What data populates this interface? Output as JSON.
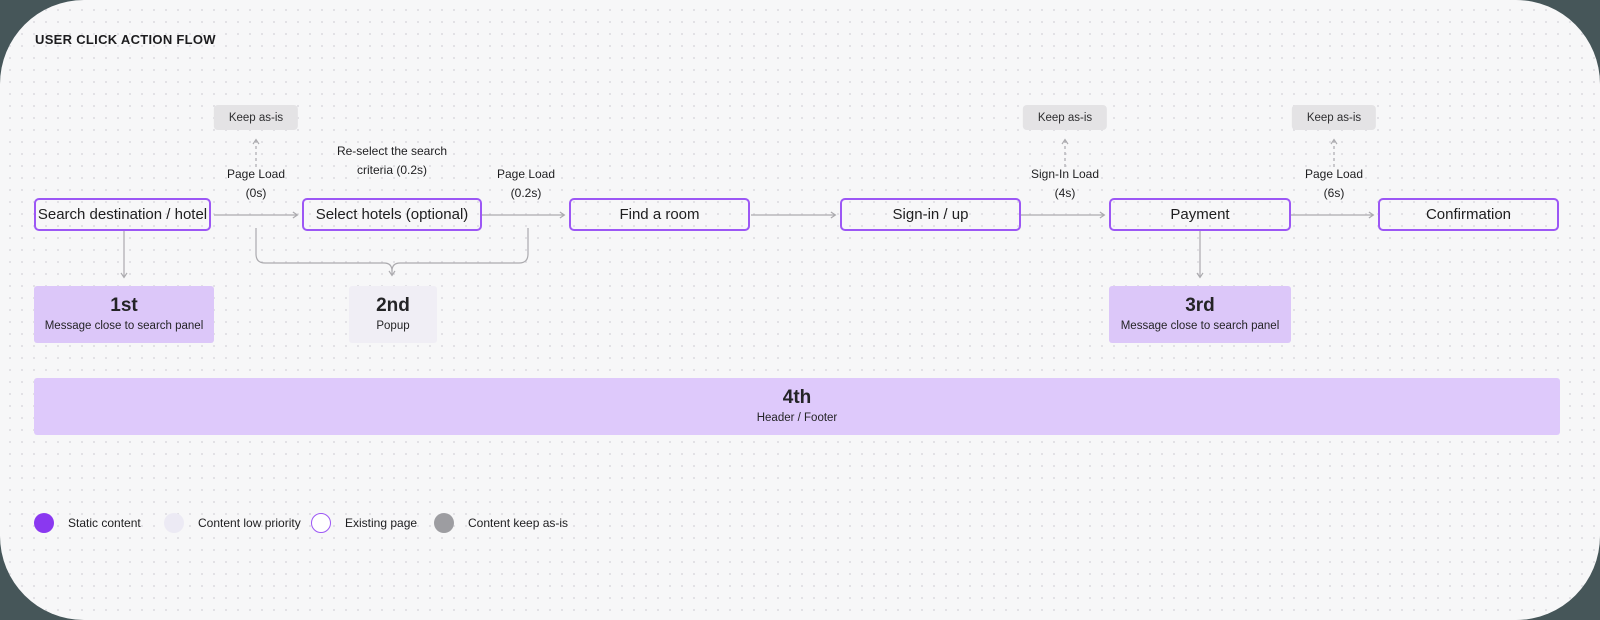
{
  "title": "USER CLICK ACTION FLOW",
  "flow": {
    "keep_badge_label": "Keep as-is",
    "nodes": [
      {
        "label": "Search destination / hotel"
      },
      {
        "label": "Select hotels (optional)"
      },
      {
        "label": "Find a room"
      },
      {
        "label": "Sign-in / up"
      },
      {
        "label": "Payment"
      },
      {
        "label": "Confirmation"
      }
    ],
    "edge_labels": [
      {
        "line1": "Page Load",
        "line2": "(0s)"
      },
      {
        "line1": "Re-select the search",
        "line2": "criteria (0.2s)"
      },
      {
        "line1": "Page Load",
        "line2": "(0.2s)"
      },
      {
        "line1": "Sign-In Load",
        "line2": "(4s)"
      },
      {
        "line1": "Page Load",
        "line2": "(6s)"
      }
    ]
  },
  "priority_blocks": [
    {
      "rank": "1st",
      "note": "Message close to search panel"
    },
    {
      "rank": "2nd",
      "note": "Popup"
    },
    {
      "rank": "3rd",
      "note": "Message close to search panel"
    },
    {
      "rank": "4th",
      "note": "Header / Footer"
    }
  ],
  "legend": {
    "items": [
      {
        "label": "Static content"
      },
      {
        "label": "Content low priority"
      },
      {
        "label": "Existing page"
      },
      {
        "label": "Content keep as-is"
      }
    ]
  },
  "colors": {
    "accent_purple": "#9C57F5",
    "legend_purple": "#8A38F0",
    "block_purple": "#DCC7F9",
    "block_lavender": "#F0EEF5",
    "badge_gray": "#E4E3E5",
    "connector_gray": "#ABAAAE",
    "surround_dark": "#465659",
    "canvas_bg": "#F7F7F8"
  }
}
